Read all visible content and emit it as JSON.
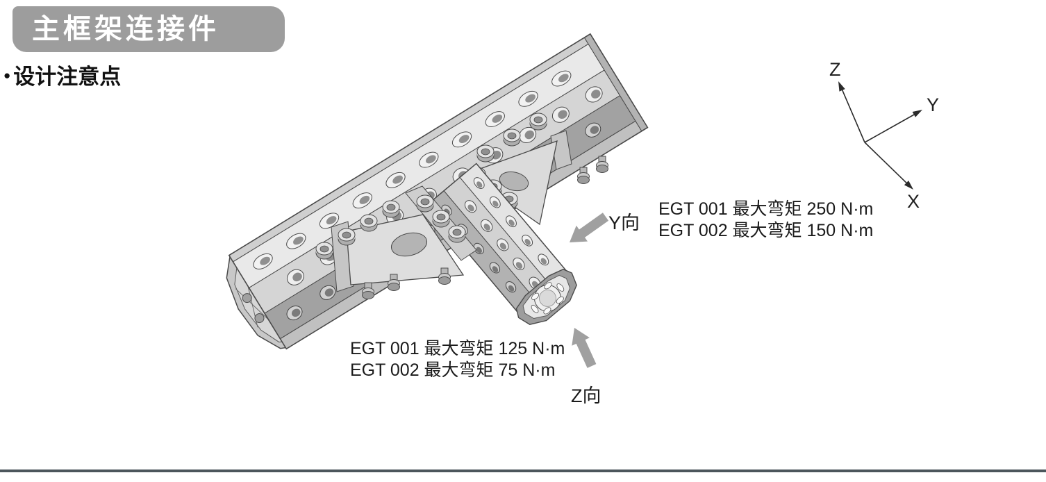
{
  "banner": {
    "title": "主框架连接件"
  },
  "section": {
    "bullet": "●",
    "heading": "设计注意点"
  },
  "figure": {
    "y_arrow_label": "Y向",
    "z_arrow_label": "Z向",
    "y_moment": {
      "line1": "EGT 001 最大弯矩 250 N·m",
      "line2": "EGT 002 最大弯矩 150 N·m"
    },
    "z_moment": {
      "line1": "EGT 001 最大弯矩 125 N·m",
      "line2": "EGT 002 最大弯矩 75 N·m"
    },
    "axes": {
      "z": "Z",
      "y": "Y",
      "x": "X"
    }
  },
  "colors": {
    "banner_bg": "#9d9d9d",
    "banner_text": "#ffffff",
    "annotation_arrow": "#a0a0a0",
    "divider": "#4c565c",
    "body_text": "#1b1b1b"
  }
}
